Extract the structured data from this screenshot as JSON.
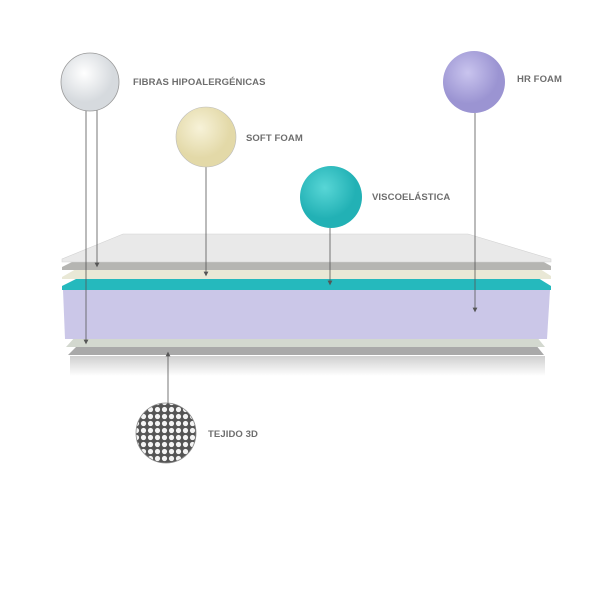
{
  "labels": {
    "fibras": "FIBRAS HIPOALERGÉNICAS",
    "soft_foam": "SOFT FOAM",
    "visco": "VISCOELÁSTICA",
    "hr_foam": "HR FOAM",
    "tejido": "TEJIDO 3D"
  },
  "colors": {
    "fibras": "#f2f4f6",
    "soft_foam": "#eee7c4",
    "visco": "#3cc7c9",
    "hr_foam": "#b7b2e0",
    "tejido": "#d9d9d9",
    "label_text": "#6e6e6e"
  }
}
